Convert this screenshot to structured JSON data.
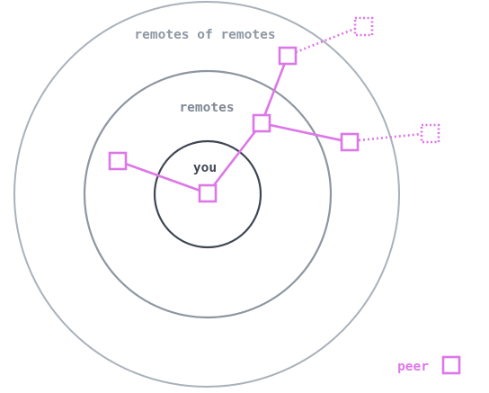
{
  "labels": {
    "outer_ring": "remotes of remotes",
    "middle_ring": "remotes",
    "inner_ring": "you"
  },
  "legend": {
    "label": "peer"
  },
  "colors": {
    "peer": "#DD77E8",
    "outer_ring": "#A9B1BA",
    "middle_ring": "#8E96A1",
    "inner_ring": "#3E4653"
  }
}
